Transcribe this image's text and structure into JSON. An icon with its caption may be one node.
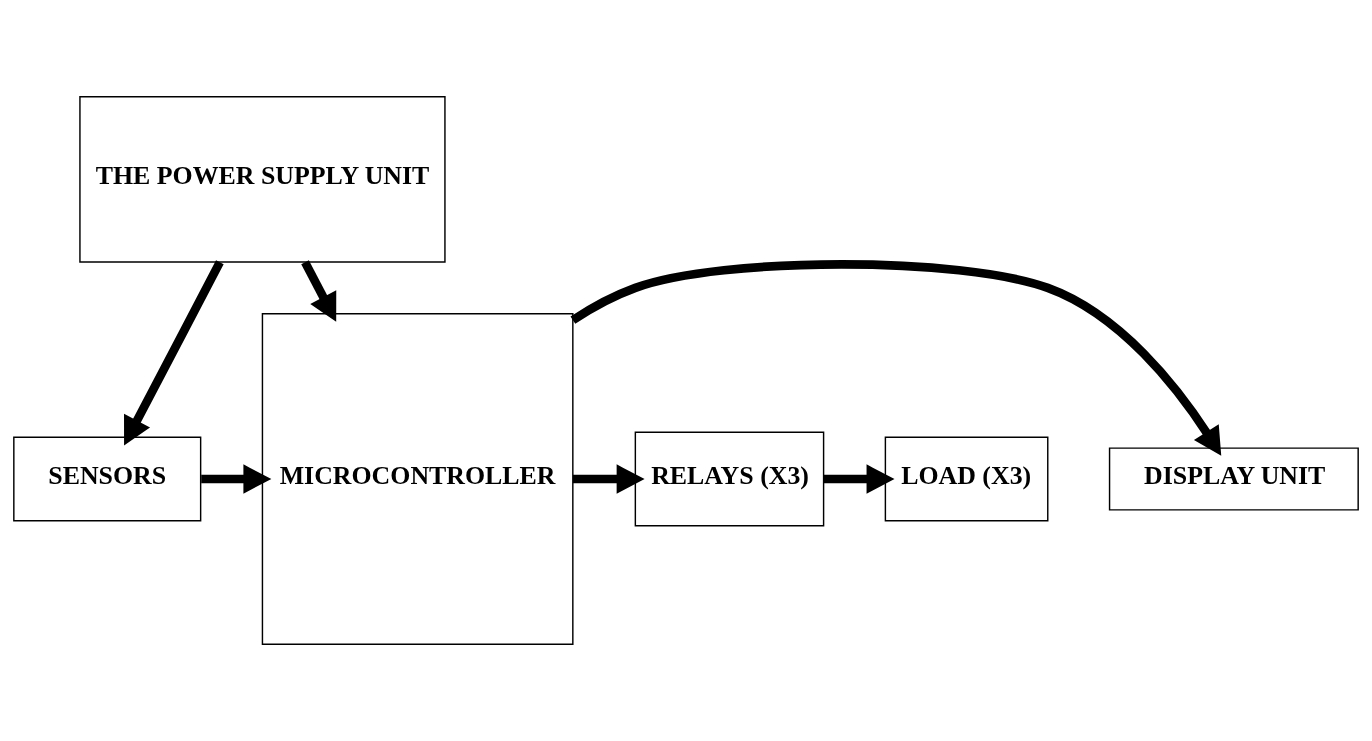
{
  "diagram": {
    "nodes": [
      {
        "text": [
          "THE POWER SUPPLY UNIT"
        ]
      },
      {
        "text": [
          "DISPLAY UNIT"
        ]
      },
      {
        "text": [
          "SENSORS"
        ]
      },
      {
        "text": [
          "MICROCONTROLLER"
        ]
      },
      {
        "text": [
          "RELAYS (X3)"
        ]
      },
      {
        "text": [
          "LOAD (X3)"
        ]
      }
    ],
    "edges": [
      {
        "from": 0,
        "to": 2,
        "arrow": "to"
      },
      {
        "from": 0,
        "to": 3,
        "arrow": "to"
      },
      {
        "from": 2,
        "to": 3,
        "arrow": "to"
      },
      {
        "from": 3,
        "to": 1,
        "arrow": "to"
      },
      {
        "from": 3,
        "to": 4,
        "arrow": "to"
      },
      {
        "from": 4,
        "to": 5,
        "arrow": "to"
      }
    ]
  }
}
